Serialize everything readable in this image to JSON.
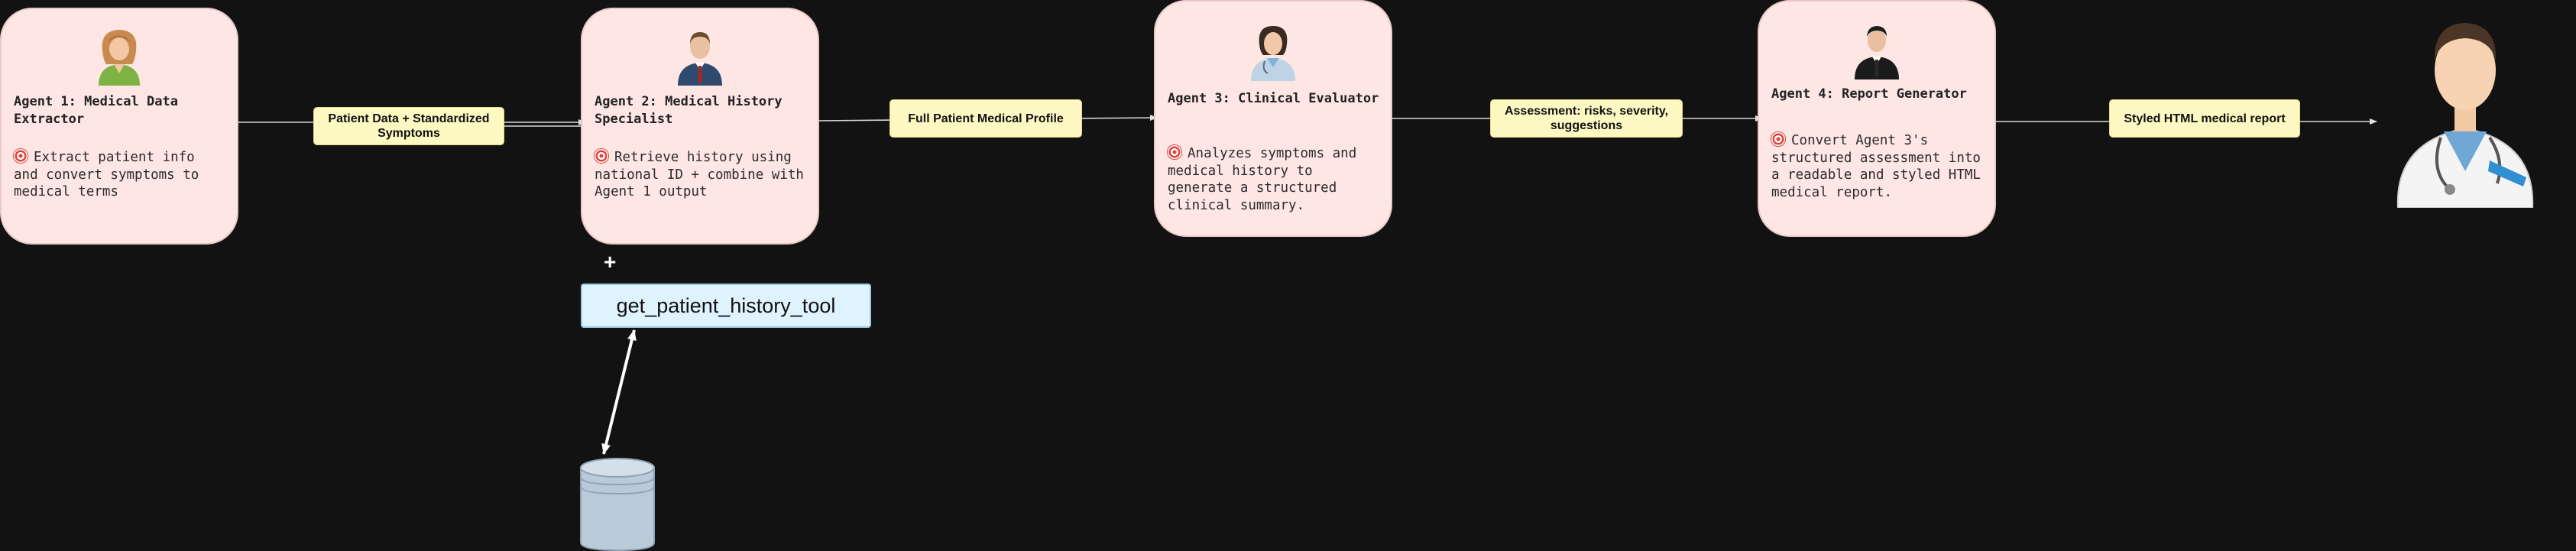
{
  "agents": [
    {
      "title": "Agent 1: Medical Data Extractor",
      "description": "Extract patient info and convert symptoms to medical terms",
      "avatar_icon": "female-agent-avatar-icon"
    },
    {
      "title": "Agent 2: Medical History Specialist",
      "description": "Retrieve history using national ID + combine with Agent 1 output",
      "avatar_icon": "male-agent-avatar-icon"
    },
    {
      "title": "Agent 3: Clinical Evaluator",
      "description": "Analyzes symptoms and medical history to generate a structured clinical summary.",
      "avatar_icon": "female-doctor-avatar-icon"
    },
    {
      "title": "Agent 4: Report Generator",
      "description": "Convert Agent 3's structured assessment into a readable and styled HTML medical report.",
      "avatar_icon": "businessman-avatar-icon"
    }
  ],
  "flows": [
    {
      "label": "Patient Data + Standardized Symptoms"
    },
    {
      "label": "Full Patient Medical Profile"
    },
    {
      "label": "Assessment: risks, severity, suggestions"
    },
    {
      "label": "Styled HTML medical report"
    }
  ],
  "tool": {
    "name": "get_patient_history_tool",
    "plus": "+"
  },
  "icons": {
    "task": "target-icon",
    "output": "doctor-icon",
    "storage": "database-icon"
  },
  "colors": {
    "background": "#121212",
    "agent_card": "#fde6e4",
    "flow_label": "#fef9c3",
    "tool_box": "#def3fd",
    "database": "#b9cad8"
  }
}
